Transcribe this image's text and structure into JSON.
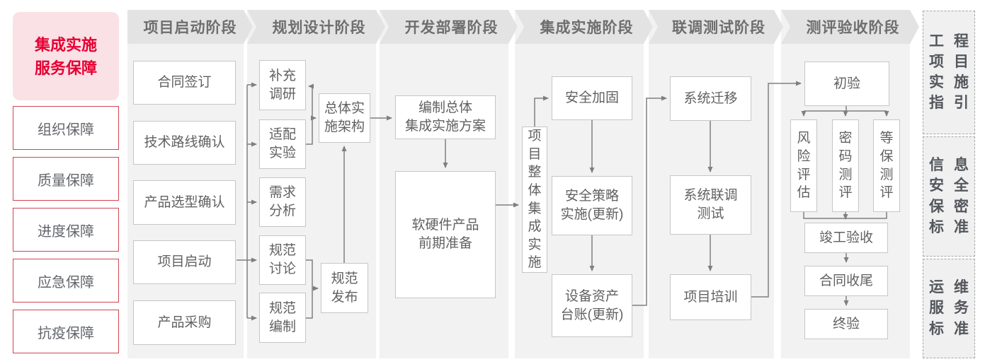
{
  "colors": {
    "accent_red": "#e60032",
    "accent_red_border": "#cf4553",
    "highlight_pink_bg": "#fae1e6",
    "phase_header_bg": "#e3e3e3",
    "column_bg": "#f2f2f2",
    "node_border": "#c6c6c6",
    "node_text": "#616161",
    "connector": "#7f7f7f"
  },
  "sidebar": {
    "highlight": "集成实施\n服务保障",
    "items": [
      "组织保障",
      "质量保障",
      "进度保障",
      "应急保障",
      "抗疫保障"
    ]
  },
  "phases": [
    "项目启动阶段",
    "规划设计阶段",
    "开发部署阶段",
    "集成实施阶段",
    "联调测试阶段",
    "测评验收阶段"
  ],
  "nodes": {
    "contract_signing": "合同签订",
    "tech_route_confirm": "技术路线确认",
    "product_selection_confirm": "产品选型确认",
    "project_kickoff": "项目启动",
    "product_procurement": "产品采购",
    "supplementary_research": "补充\n调研",
    "adaptation_test": "适配\n实验",
    "requirement_analysis": "需求\n分析",
    "spec_discussion": "规范\n讨论",
    "spec_drafting": "规范\n编制",
    "overall_impl_architecture": "总体实\n施架构",
    "spec_release": "规范\n发布",
    "overall_integration_plan": "编制总体\n集成实施方案",
    "hw_sw_preparation": "软硬件产品\n前期准备",
    "project_overall_integration": "项目整体集成实施",
    "security_hardening": "安全加固",
    "security_policy_impl": "安全策略\n实施(更新)",
    "asset_ledger_update": "设备资产\n台账(更新)",
    "system_migration": "系统迁移",
    "system_joint_testing": "系统联调\n测试",
    "project_training": "项目培训",
    "preliminary_acceptance": "初验",
    "risk_assessment": "风险评估",
    "crypto_testing": "密码测评",
    "mlps_testing": "等保测评",
    "completion_acceptance": "竣工验收",
    "contract_closure": "合同收尾",
    "final_acceptance": "终验"
  },
  "side_panels": [
    {
      "title": "工程项目实施指引"
    },
    {
      "title": "信息安全保密标准"
    },
    {
      "title": "运维服务标准"
    }
  ],
  "edges": [
    [
      "project_kickoff",
      "supplementary_research"
    ],
    [
      "project_kickoff",
      "adaptation_test"
    ],
    [
      "project_kickoff",
      "requirement_analysis"
    ],
    [
      "project_kickoff",
      "spec_discussion"
    ],
    [
      "project_kickoff",
      "spec_drafting"
    ],
    [
      "adaptation_test",
      "overall_impl_architecture"
    ],
    [
      "overall_impl_architecture",
      "supplementary_research"
    ],
    [
      "spec_discussion",
      "spec_release"
    ],
    [
      "spec_drafting",
      "spec_release"
    ],
    [
      "spec_release",
      "overall_impl_architecture"
    ],
    [
      "overall_impl_architecture",
      "overall_integration_plan"
    ],
    [
      "overall_integration_plan",
      "hw_sw_preparation"
    ],
    [
      "hw_sw_preparation",
      "project_overall_integration"
    ],
    [
      "project_overall_integration",
      "security_hardening"
    ],
    [
      "security_hardening",
      "security_policy_impl"
    ],
    [
      "security_policy_impl",
      "asset_ledger_update"
    ],
    [
      "asset_ledger_update",
      "system_migration"
    ],
    [
      "system_migration",
      "system_joint_testing"
    ],
    [
      "system_joint_testing",
      "project_training"
    ],
    [
      "project_training",
      "preliminary_acceptance"
    ],
    [
      "preliminary_acceptance",
      "risk_assessment"
    ],
    [
      "preliminary_acceptance",
      "crypto_testing"
    ],
    [
      "preliminary_acceptance",
      "mlps_testing"
    ],
    [
      "risk_assessment",
      "completion_acceptance"
    ],
    [
      "crypto_testing",
      "completion_acceptance"
    ],
    [
      "mlps_testing",
      "completion_acceptance"
    ],
    [
      "completion_acceptance",
      "contract_closure"
    ],
    [
      "contract_closure",
      "final_acceptance"
    ]
  ]
}
